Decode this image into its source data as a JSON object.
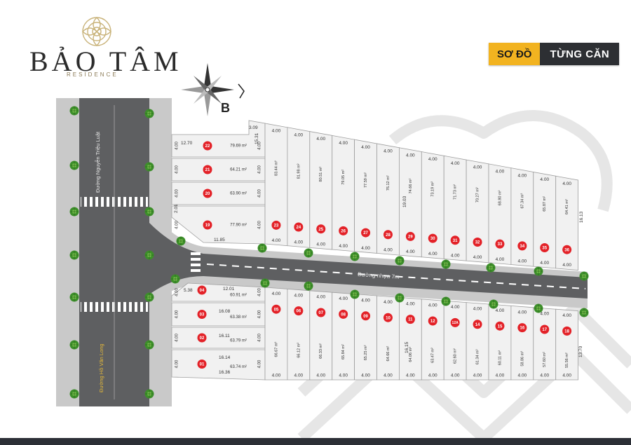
{
  "header": {
    "badge_part1": "SƠ ĐỒ",
    "badge_part2": "TỪNG CĂN"
  },
  "logo": {
    "brand": "BẢO TÂM",
    "sub": "RESIDENCE"
  },
  "compass": {
    "label": "B"
  },
  "roads": {
    "vertical_top": "Đường Nguyễn Triệu Luật",
    "vertical_bottom": "Đường Hồ Văn Long",
    "horizontal": "Đường nhựa 7m"
  },
  "colors": {
    "accent": "#e32228",
    "road": "#5e5f61",
    "lot_fill": "#f1f1f1",
    "badge_yellow": "#f2b320"
  },
  "dims": {
    "w_top": "4.00",
    "w_bot": "4.00",
    "d_3_09": "3.09",
    "d_12_70": "12.70",
    "d_11_85": "11.85",
    "d_5_38": "5.38",
    "d_12_01": "12.01",
    "d_16_08": "16.08",
    "d_16_11": "16.11",
    "d_16_14": "16.14",
    "d_16_36": "16.36",
    "d_19_03": "19.03",
    "d_16_13": "16.13",
    "d_16_15": "16.15",
    "d_13_70": "13.70",
    "d_2_01": "2.01",
    "d_15_31": "15.31"
  },
  "lots_left_top": [
    {
      "id": "22",
      "area": "79.69 m²"
    },
    {
      "id": "21",
      "area": "64.21 m²"
    },
    {
      "id": "20",
      "area": "63.90 m²"
    },
    {
      "id": "19",
      "area": "77.90 m²"
    }
  ],
  "lots_top": [
    {
      "id": "23",
      "area": "83.44 m²"
    },
    {
      "id": "24",
      "area": "81.98 m²"
    },
    {
      "id": "25",
      "area": "80.51 m²"
    },
    {
      "id": "26",
      "area": "79.05 m²"
    },
    {
      "id": "27",
      "area": "77.59 m²"
    },
    {
      "id": "28",
      "area": "76.12 m²"
    },
    {
      "id": "29",
      "area": "74.66 m²"
    },
    {
      "id": "30",
      "area": "73.19 m²"
    },
    {
      "id": "31",
      "area": "71.73 m²"
    },
    {
      "id": "32",
      "area": "70.27 m²"
    },
    {
      "id": "33",
      "area": "68.80 m²"
    },
    {
      "id": "34",
      "area": "67.34 m²"
    },
    {
      "id": "35",
      "area": "65.87 m²"
    },
    {
      "id": "36",
      "area": "64.41 m²"
    }
  ],
  "lots_left_bottom": [
    {
      "id": "04",
      "area": "60.91 m²"
    },
    {
      "id": "03",
      "area": "63.38 m²"
    },
    {
      "id": "02",
      "area": "63.79 m²"
    },
    {
      "id": "01",
      "area": "63.74 m²"
    }
  ],
  "lots_bottom": [
    {
      "id": "05",
      "area": "66.67 m²"
    },
    {
      "id": "06",
      "area": "66.12 m²"
    },
    {
      "id": "07",
      "area": "66.33 m²"
    },
    {
      "id": "08",
      "area": "65.84 m²"
    },
    {
      "id": "09",
      "area": "65.25 m²"
    },
    {
      "id": "10",
      "area": "64.66 m²"
    },
    {
      "id": "11",
      "area": "64.06 m²"
    },
    {
      "id": "12",
      "area": "63.47 m²"
    },
    {
      "id": "12A",
      "area": "62.60 m²"
    },
    {
      "id": "14",
      "area": "61.34 m²"
    },
    {
      "id": "15",
      "area": "60.11 m²"
    },
    {
      "id": "16",
      "area": "58.86 m²"
    },
    {
      "id": "17",
      "area": "57.60 m²"
    },
    {
      "id": "18",
      "area": "55.56 m²"
    }
  ]
}
